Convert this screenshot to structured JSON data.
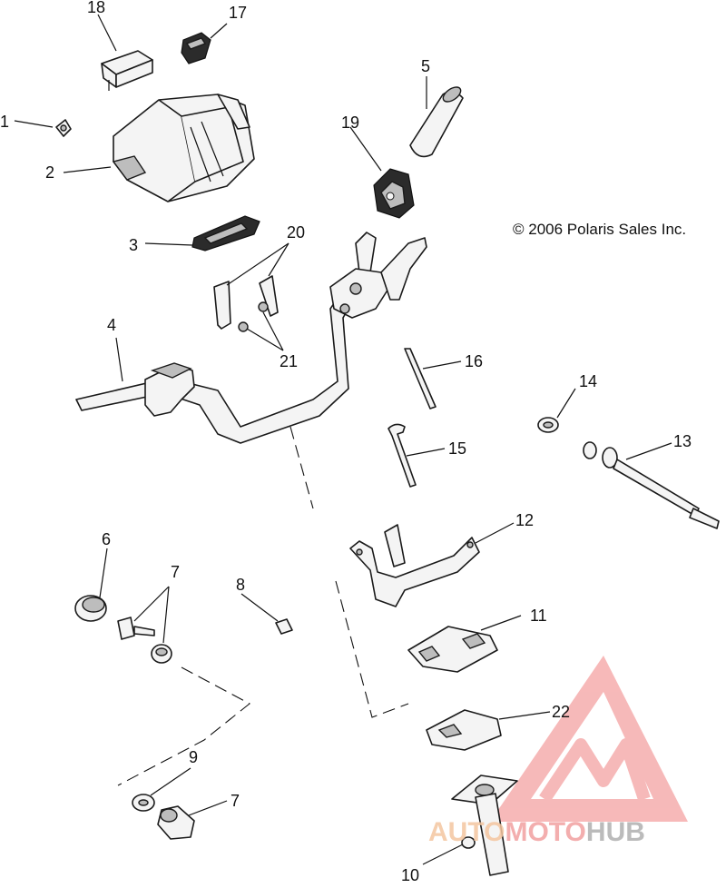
{
  "copyright": "© 2006 Polaris Sales Inc.",
  "callouts": [
    {
      "id": "1",
      "label": "1"
    },
    {
      "id": "2",
      "label": "2"
    },
    {
      "id": "3",
      "label": "3"
    },
    {
      "id": "4",
      "label": "4"
    },
    {
      "id": "5",
      "label": "5"
    },
    {
      "id": "6",
      "label": "6"
    },
    {
      "id": "7a",
      "label": "7"
    },
    {
      "id": "7b",
      "label": "7"
    },
    {
      "id": "8",
      "label": "8"
    },
    {
      "id": "9",
      "label": "9"
    },
    {
      "id": "10",
      "label": "10"
    },
    {
      "id": "11",
      "label": "11"
    },
    {
      "id": "12",
      "label": "12"
    },
    {
      "id": "13",
      "label": "13"
    },
    {
      "id": "14",
      "label": "14"
    },
    {
      "id": "15",
      "label": "15"
    },
    {
      "id": "16",
      "label": "16"
    },
    {
      "id": "17",
      "label": "17"
    },
    {
      "id": "18",
      "label": "18"
    },
    {
      "id": "19",
      "label": "19"
    },
    {
      "id": "20",
      "label": "20"
    },
    {
      "id": "21",
      "label": "21"
    },
    {
      "id": "22",
      "label": "22"
    }
  ],
  "watermark": {
    "part1": "AUTO",
    "part2": "MOTO",
    "part3": "HUB",
    "color_auto": "#f4c6a0",
    "color_moto": "#f2a0a0",
    "color_hub": "#b0b0b0",
    "triangle_color": "#f08080"
  }
}
